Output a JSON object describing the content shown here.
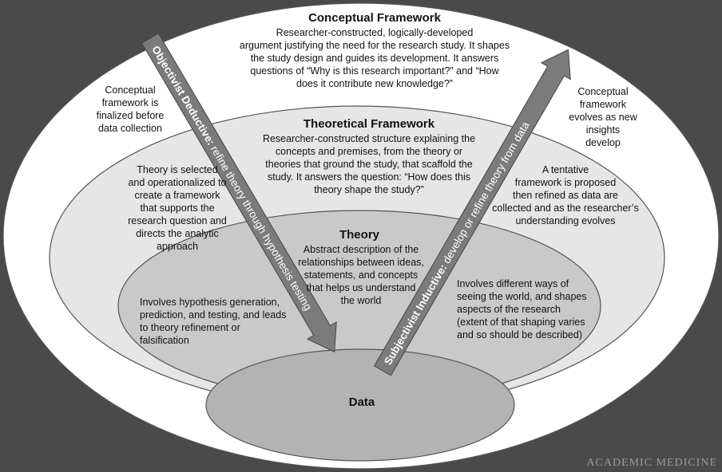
{
  "colors": {
    "background": "#4a4a4a",
    "outer_ellipse": "#ffffff",
    "theoretical_ellipse": "#e6e6e6",
    "theory_ellipse": "#c9c9c9",
    "data_ellipse": "#b3b3b3",
    "arrow_fill": "#7b7b7b",
    "arrow_text": "#ffffff"
  },
  "conceptual": {
    "title": "Conceptual Framework",
    "description": [
      "Researcher-constructed, logically-developed",
      "argument justifying the need for the research study. It shapes",
      "the study design and guides its development. It answers",
      "questions of “Why is this research important?” and “How",
      "does it contribute new knowledge?”"
    ],
    "left_note": [
      "Conceptual",
      "framework is",
      "finalized before",
      "data collection"
    ],
    "right_note": [
      "Conceptual",
      "framework",
      "evolves as new",
      "insights",
      "develop"
    ]
  },
  "theoretical": {
    "title": "Theoretical Framework",
    "description": [
      "Researcher-constructed structure explaining the",
      "concepts and premises, from the theory or",
      "theories that ground the study, that scaffold the",
      "study. It answers the question: “How does this",
      "theory shape the study?”"
    ],
    "left_note": [
      "Theory is selected",
      "and operationalized to",
      "create a framework",
      "that supports the",
      "research question and",
      "directs the analytic",
      "approach"
    ],
    "right_note": [
      "A tentative",
      "framework is proposed",
      "then refined as data are",
      "collected and as the researcher’s",
      "understanding evolves"
    ]
  },
  "theory": {
    "title": "Theory",
    "description": [
      "Abstract description of the",
      "relationships between ideas,",
      "statements, and concepts",
      "that helps us understand",
      "the world"
    ],
    "left_note": [
      "Involves hypothesis generation,",
      "prediction, and testing, and leads",
      "to theory refinement or",
      "falsification"
    ],
    "right_note": [
      "Involves different ways of",
      "seeing the world, and shapes",
      "aspects of the research",
      "(extent of that shaping varies",
      "and so should be described)"
    ]
  },
  "data": {
    "title": "Data"
  },
  "arrows": {
    "deductive": {
      "bold": "Objectivist Deductive:",
      "rest": " refine theory through hypothesis testing"
    },
    "inductive": {
      "bold": "Subjectivist Inductive:",
      "rest": " develop or refine theory from data"
    }
  },
  "watermark": "ACADEMIC MEDICINE"
}
